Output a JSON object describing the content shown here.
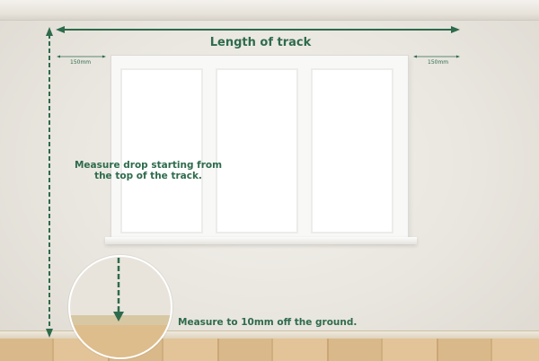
{
  "track_label": "Length of track",
  "left_gap_label": "150mm",
  "right_gap_label": "150mm",
  "drop_instruction_line1": "Measure drop starting from",
  "drop_instruction_line2": "the top of the track.",
  "ground_instruction": "Measure to 10mm off the ground.",
  "colors": {
    "accent": "#2e6b4c",
    "wall": "#e9e6df",
    "floor": "#d9b98a"
  }
}
